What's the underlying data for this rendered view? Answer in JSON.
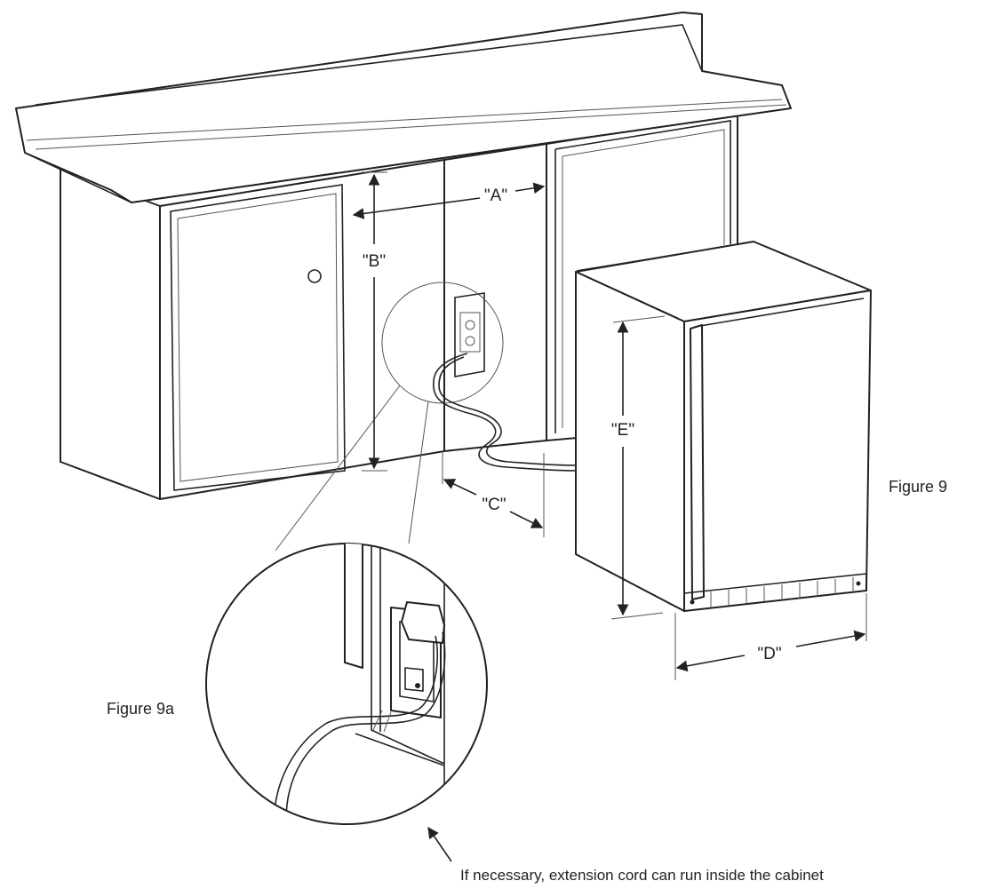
{
  "labels": {
    "a": "\"A\"",
    "b": "\"B\"",
    "c": "\"C\"",
    "d": "\"D\"",
    "e": "\"E\""
  },
  "figures": {
    "main": "Figure 9",
    "detail": "Figure 9a"
  },
  "note": "If necessary, extension cord can run inside the cabinet",
  "colors": {
    "line": "#222222",
    "background": "#ffffff"
  }
}
